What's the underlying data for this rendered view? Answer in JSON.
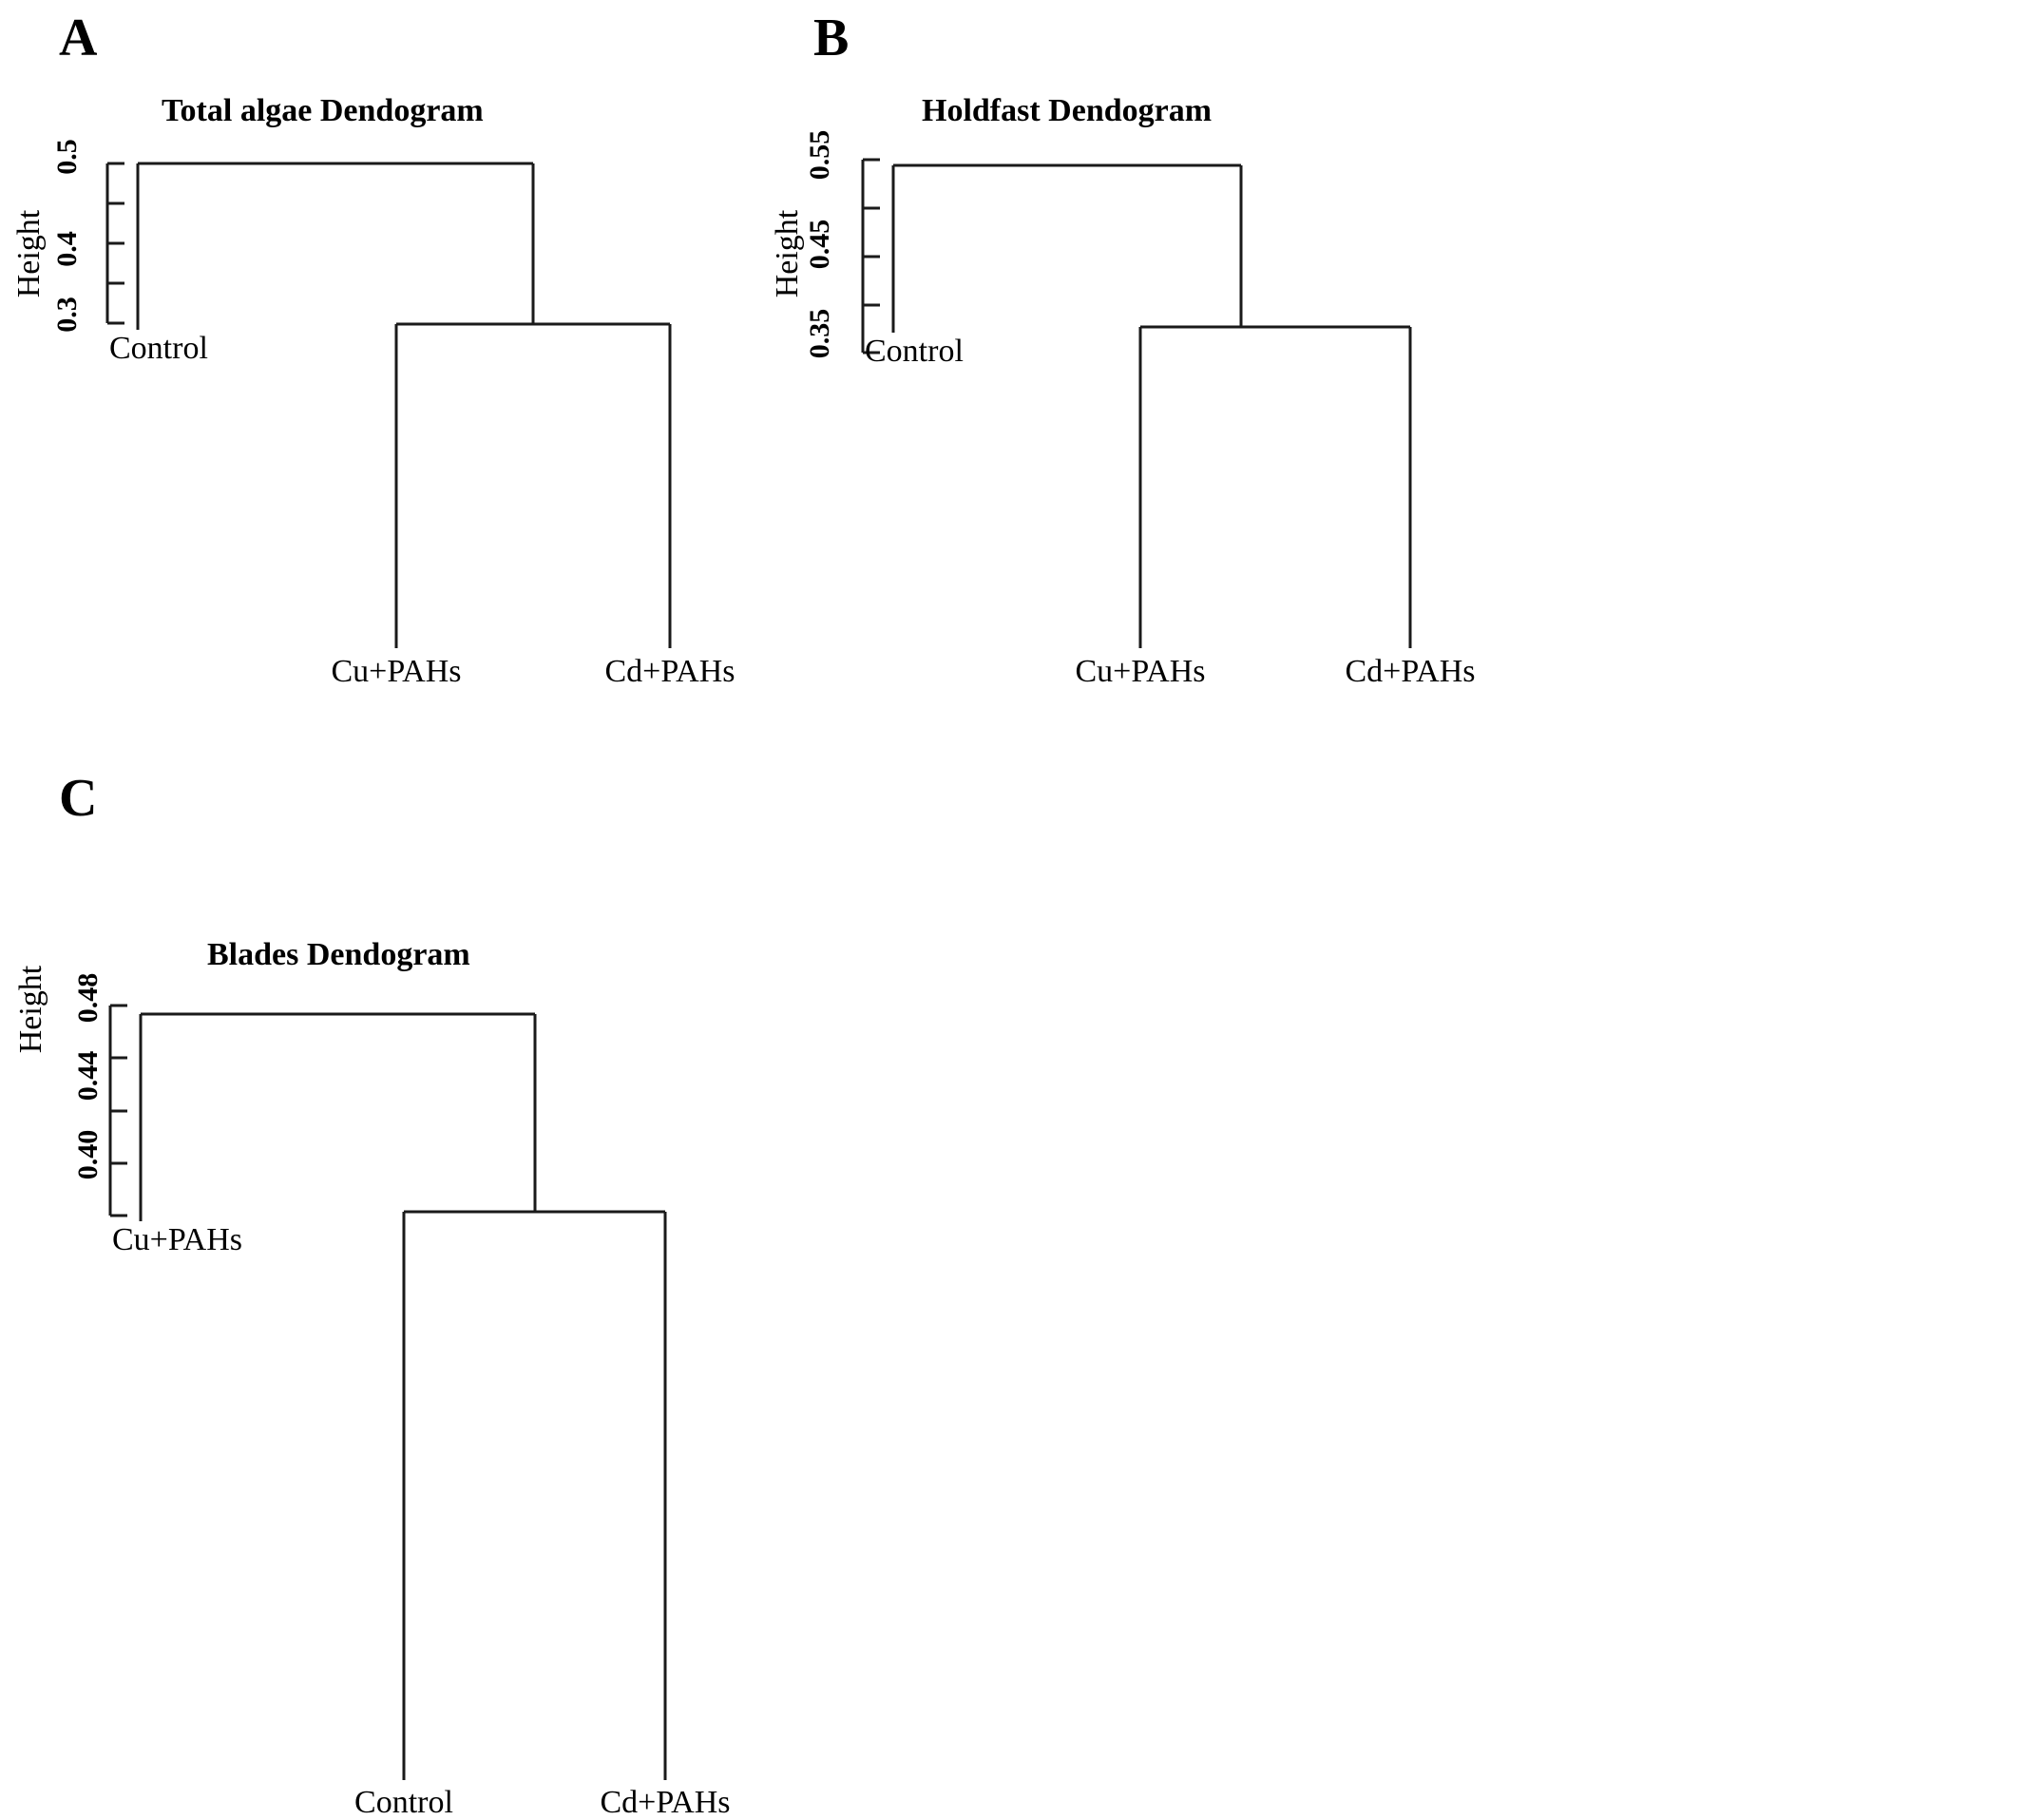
{
  "figure": {
    "background_color": "#ffffff",
    "line_color": "#1a1a1a",
    "panels": [
      {
        "letter": "A",
        "title": "Total algae Dendogram",
        "axis_title": "Height",
        "tick_labels": [
          "0.5",
          "0.4",
          "0.3"
        ],
        "leaves": [
          "Control",
          "Cu+PAHs",
          "Cd+PAHs"
        ]
      },
      {
        "letter": "B",
        "title": "Holdfast Dendogram",
        "axis_title": "Height",
        "tick_labels": [
          "0.55",
          "0.45",
          "0.35"
        ],
        "leaves": [
          "Control",
          "Cu+PAHs",
          "Cd+PAHs"
        ]
      },
      {
        "letter": "C",
        "title": "Blades Dendogram",
        "axis_title": "Height",
        "tick_labels": [
          "0.48",
          "0.44",
          "0.40"
        ],
        "leaves": [
          "Cu+PAHs",
          "Control",
          "Cd+PAHs"
        ]
      }
    ]
  },
  "chart_data": [
    {
      "type": "dendrogram",
      "panel": "A",
      "title": "Total algae Dendogram",
      "ylabel": "Height",
      "ylim": [
        0.3,
        0.5
      ],
      "yticks": [
        0.3,
        0.35,
        0.4,
        0.45,
        0.5
      ],
      "ytick_labels": [
        "0.3",
        "",
        "0.4",
        "",
        "0.5"
      ],
      "leaves": [
        "Control",
        "Cu+PAHs",
        "Cd+PAHs"
      ],
      "merges": [
        {
          "cluster": [
            "Cu+PAHs",
            "Cd+PAHs"
          ],
          "height": 0.315
        },
        {
          "cluster": [
            "Control",
            "Cu+PAHs,Cd+PAHs"
          ],
          "height": 0.5
        }
      ],
      "grid": false,
      "legend": "none"
    },
    {
      "type": "dendrogram",
      "panel": "B",
      "title": "Holdfast Dendogram",
      "ylabel": "Height",
      "ylim": [
        0.35,
        0.55
      ],
      "yticks": [
        0.35,
        0.4,
        0.45,
        0.5,
        0.55
      ],
      "ytick_labels": [
        "0.35",
        "",
        "0.45",
        "",
        "0.55"
      ],
      "leaves": [
        "Control",
        "Cu+PAHs",
        "Cd+PAHs"
      ],
      "merges": [
        {
          "cluster": [
            "Cu+PAHs",
            "Cd+PAHs"
          ],
          "height": 0.385
        },
        {
          "cluster": [
            "Control",
            "Cu+PAHs,Cd+PAHs"
          ],
          "height": 0.553
        }
      ],
      "grid": false,
      "legend": "none"
    },
    {
      "type": "dendrogram",
      "panel": "C",
      "title": "Blades Dendogram",
      "ylabel": "Height",
      "ylim": [
        0.4,
        0.48
      ],
      "yticks": [
        0.4,
        0.42,
        0.44,
        0.46,
        0.48
      ],
      "ytick_labels": [
        "0.40",
        "",
        "0.44",
        "",
        "0.48"
      ],
      "leaves": [
        "Cu+PAHs",
        "Control",
        "Cd+PAHs"
      ],
      "merges": [
        {
          "cluster": [
            "Control",
            "Cd+PAHs"
          ],
          "height": 0.402
        },
        {
          "cluster": [
            "Cu+PAHs",
            "Control,Cd+PAHs"
          ],
          "height": 0.478
        }
      ],
      "grid": false,
      "legend": "none"
    }
  ]
}
